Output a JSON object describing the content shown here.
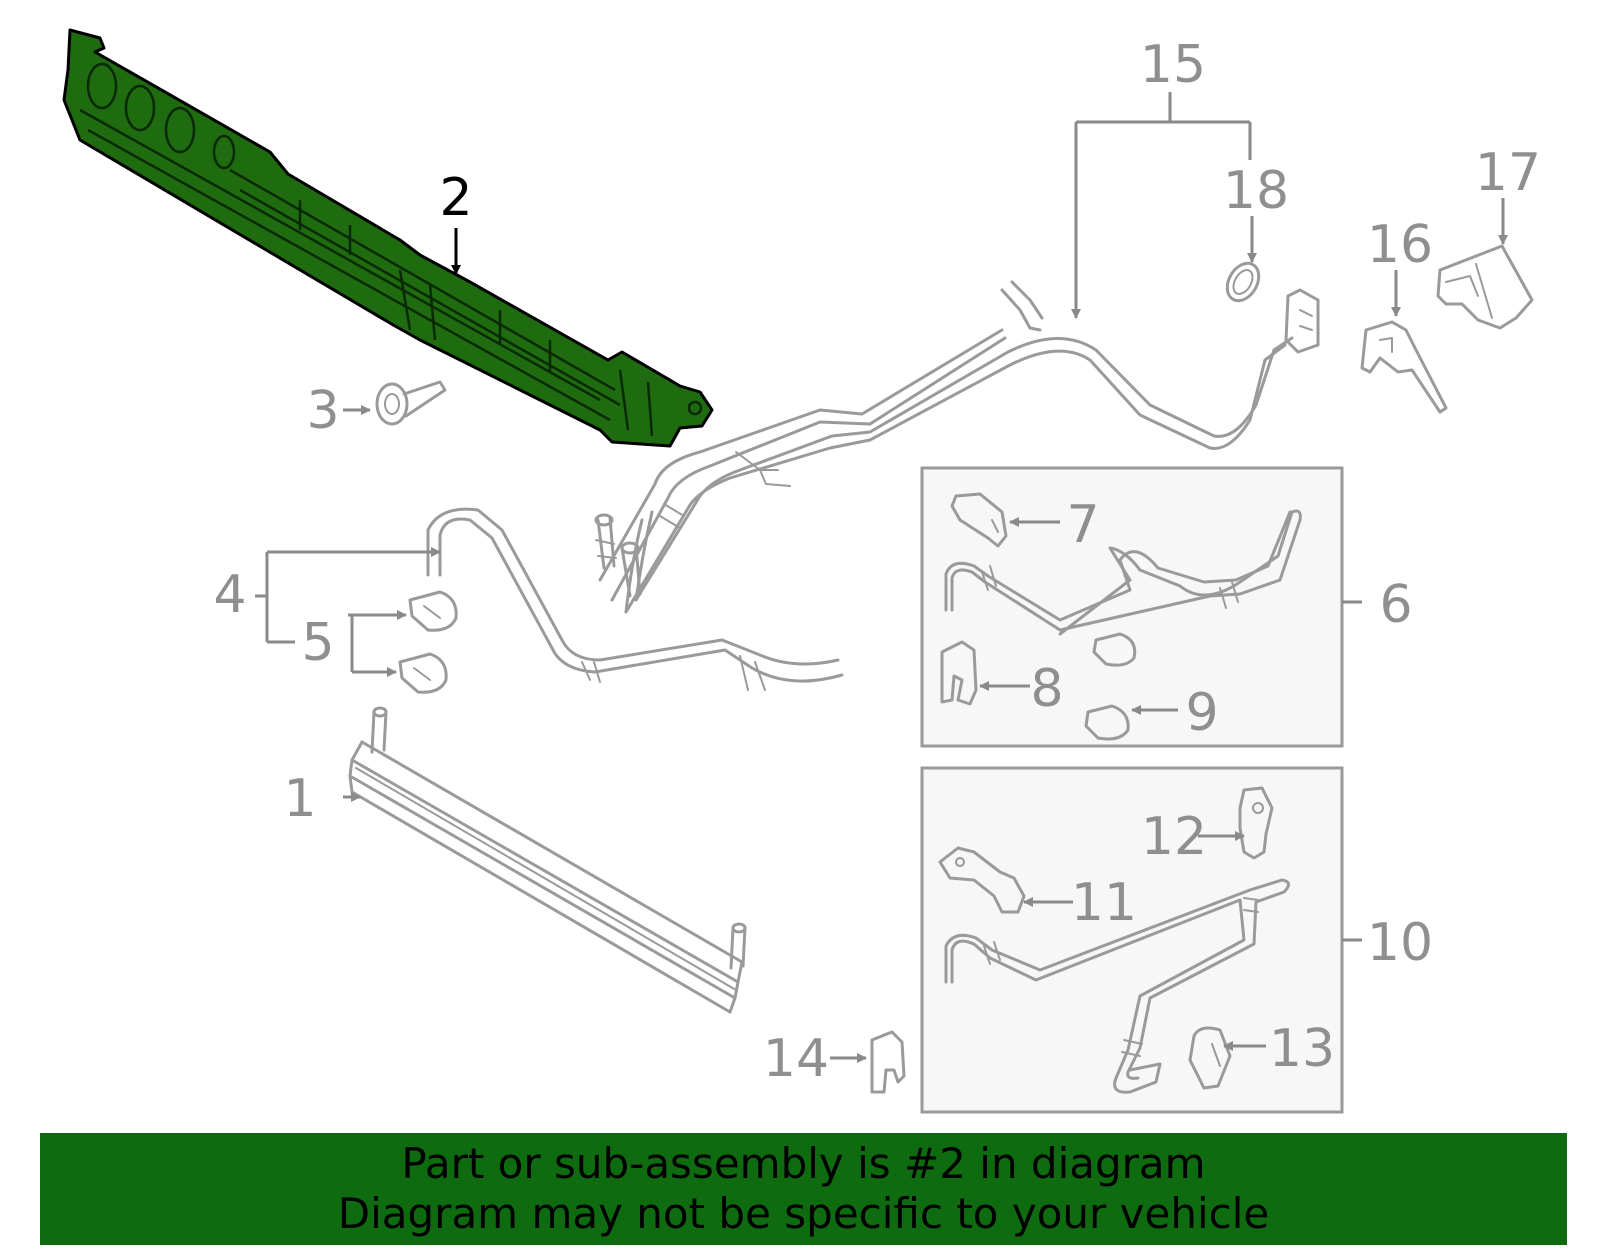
{
  "highlight_color": "#1e6b10",
  "banner_color": "#0f6b0f",
  "callouts": {
    "c1": "1",
    "c2": "2",
    "c3": "3",
    "c4": "4",
    "c5": "5",
    "c6": "6",
    "c7": "7",
    "c8": "8",
    "c9": "9",
    "c10": "10",
    "c11": "11",
    "c12": "12",
    "c13": "13",
    "c14": "14",
    "c15": "15",
    "c16": "16",
    "c17": "17",
    "c18": "18"
  },
  "banner": {
    "line1": "Part or sub-assembly is #2 in diagram",
    "line2": "Diagram may not be specific to your vehicle"
  }
}
